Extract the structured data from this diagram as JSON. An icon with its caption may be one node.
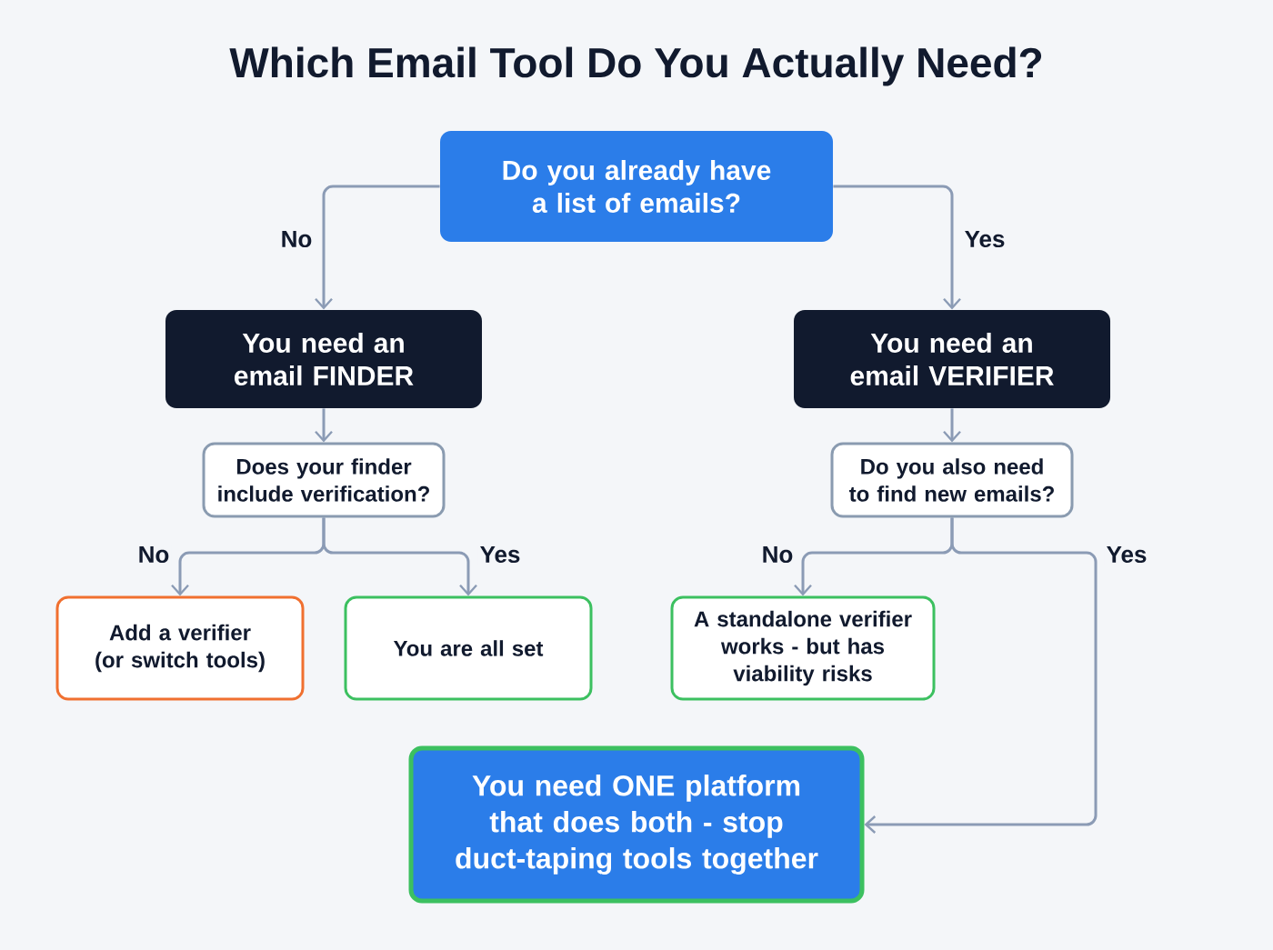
{
  "diagram": {
    "title": "Which Email Tool Do You Actually Need?",
    "nodes": [
      {
        "text": [
          "Do you already have a list of emails?"
        ]
      },
      {
        "text": [
          "You need an email FINDER"
        ]
      },
      {
        "text": [
          "You need an email VERIFIER"
        ]
      },
      {
        "text": [
          "Does your finder include verification?"
        ]
      },
      {
        "text": [
          "Do you also need to find new emails?"
        ]
      },
      {
        "text": [
          "Add a verifier (or switch tools)"
        ]
      },
      {
        "text": [
          "You are all set"
        ]
      },
      {
        "text": [
          "A standalone verifier works - but has viability risks"
        ]
      },
      {
        "text": [
          "You need ONE platform that does both - stop duct-taping tools together"
        ]
      }
    ],
    "edges": [
      {
        "from": 0,
        "to": 1,
        "arrow": "to",
        "label": "No"
      },
      {
        "from": 0,
        "to": 2,
        "arrow": "to",
        "label": "Yes"
      },
      {
        "from": 1,
        "to": 3,
        "arrow": "to"
      },
      {
        "from": 2,
        "to": 4,
        "arrow": "to"
      },
      {
        "from": 3,
        "to": 5,
        "arrow": "to",
        "label": "No"
      },
      {
        "from": 3,
        "to": 6,
        "arrow": "to",
        "label": "Yes"
      },
      {
        "from": 4,
        "to": 7,
        "arrow": "to",
        "label": "No"
      },
      {
        "from": 4,
        "to": 8,
        "arrow": "to",
        "label": "Yes"
      }
    ]
  }
}
